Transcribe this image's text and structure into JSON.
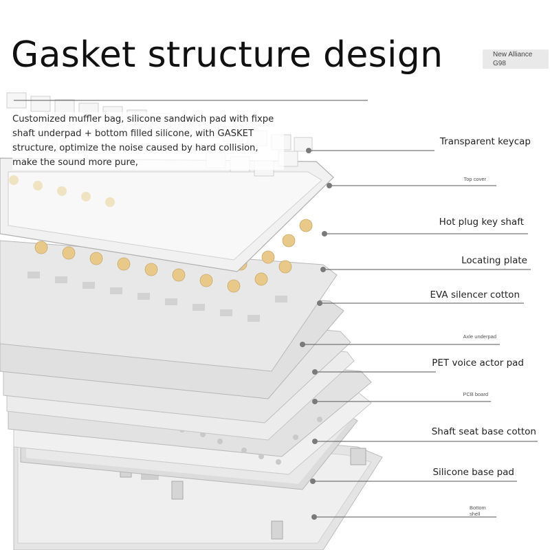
{
  "header": {
    "title": "Gasket structure design",
    "badge_line1": "New Alliance",
    "badge_line2": "G98"
  },
  "description": "Customized muffler bag, silicone sandwich pad with fixpe shaft underpad + bottom filled silicone, with GASKET structure, optimize the noise caused by hard collision, make the sound more pure,",
  "layers": [
    {
      "label": "Transparent keycap"
    },
    {
      "label": "Top cover"
    },
    {
      "label": "Hot plug key shaft"
    },
    {
      "label": "Locating plate"
    },
    {
      "label": "EVA silencer cotton"
    },
    {
      "label": "Axle underpad"
    },
    {
      "label": "PET voice actor pad"
    },
    {
      "label": "PCB board"
    },
    {
      "label": "Shaft seat base cotton"
    },
    {
      "label": "Silicone base pad"
    },
    {
      "label_line1": "Bottom",
      "label_line2": "shell"
    }
  ],
  "colors": {
    "background": "#ffffff",
    "line": "#555555",
    "dot": "#7a7a7a",
    "plate": "#e6e6e6",
    "switch": "#e8c98a"
  }
}
